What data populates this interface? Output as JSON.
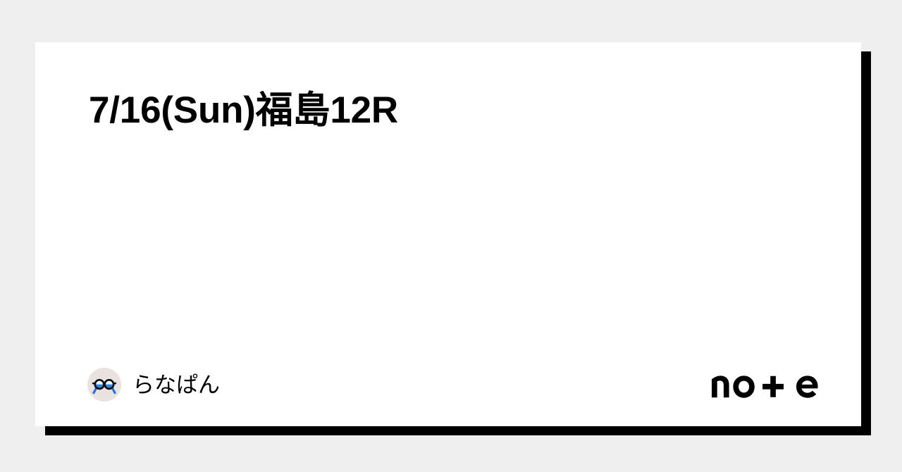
{
  "page": {
    "background_color": "#efefef",
    "card_background_color": "#ffffff",
    "shadow_color": "#000000"
  },
  "card": {
    "title": "7/16(Sun)福島12R",
    "author": {
      "name": "らなぱん",
      "avatar_icon": "glasses-icon",
      "avatar_background_color": "#e9e2e0",
      "avatar_accent_color": "#1a73e8"
    },
    "brand": {
      "name": "note",
      "logo_icon": "note-logo-icon",
      "color": "#000000"
    }
  }
}
